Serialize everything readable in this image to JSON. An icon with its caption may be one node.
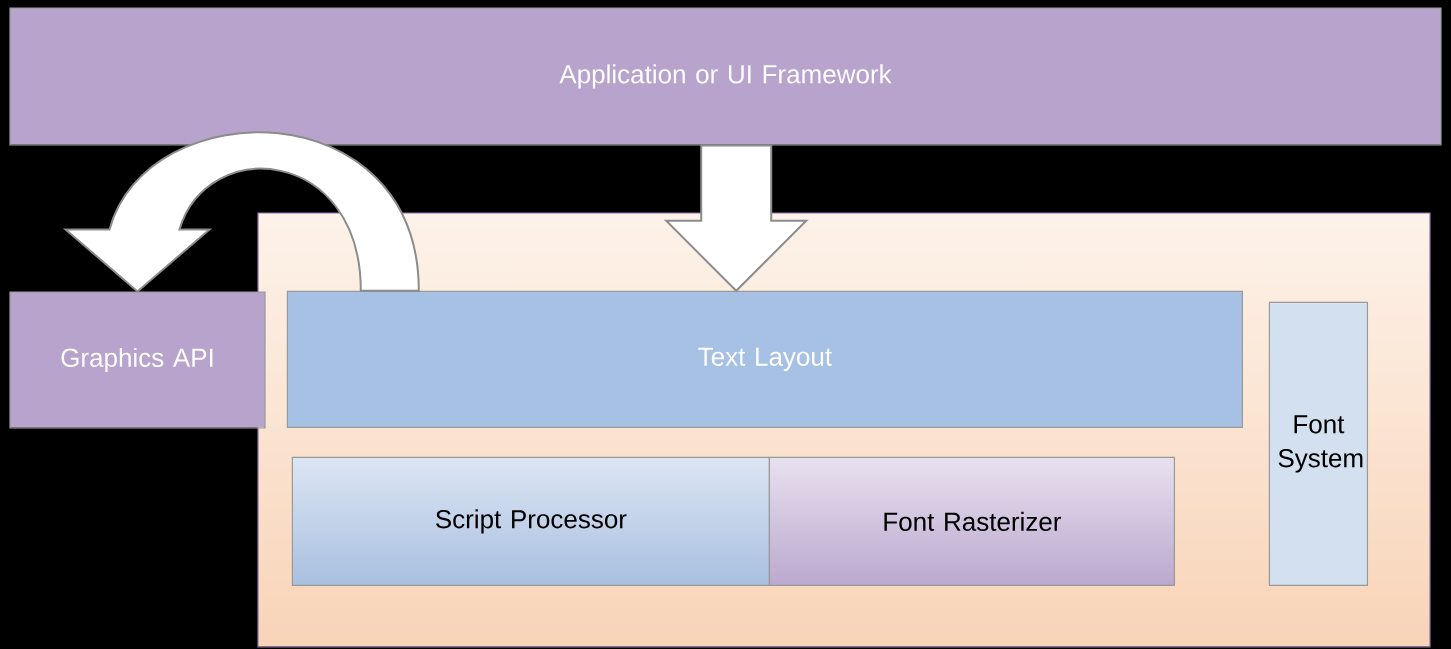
{
  "diagram": {
    "nodes": [
      {
        "text": [
          "Application or UI Framework"
        ]
      },
      {
        "text": [],
        "shape": "box"
      },
      {
        "text": [
          "Text Layout"
        ],
        "in": 1
      },
      {
        "text": [
          "Script Processor"
        ],
        "in": 1
      },
      {
        "text": [
          "Font Rasterizer"
        ],
        "in": 1
      },
      {
        "text": [
          "Font System"
        ],
        "in": 1
      },
      {
        "text": [
          "Graphics API"
        ]
      }
    ],
    "edges": [
      {
        "from": 0,
        "to": 2,
        "arrow": "to"
      },
      {
        "from": 2,
        "to": 6,
        "arrow": "to"
      }
    ]
  }
}
